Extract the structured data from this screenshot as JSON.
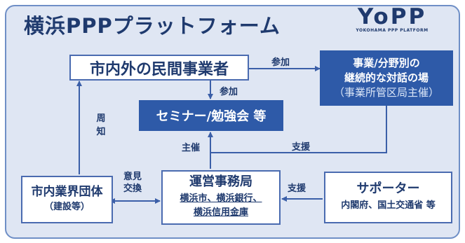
{
  "title": "横浜PPPプラットフォーム",
  "logo": {
    "word": "YoPP",
    "sub": "YOKOHAMA PPP PLATFORM"
  },
  "boxes": {
    "private_businesses": "市内外の民間事業者",
    "dialogue": {
      "line1": "事業/分野別の",
      "line2": "継続的な対話の場",
      "line3": "（事業所管区局主催）"
    },
    "seminar": "セミナー/勉強会 等",
    "industry_groups": {
      "line1": "市内業界団体",
      "line2": "（建設等）"
    },
    "secretariat": {
      "title": "運営事務局",
      "line1": "横浜市、横浜銀行、",
      "line2": "横浜信用金庫"
    },
    "supporter": {
      "title": "サポーター",
      "line1": "内閣府、国土交通省 等"
    }
  },
  "labels": {
    "participate_right": "参加",
    "participate_down": "参加",
    "announce": "周知",
    "host": "主催",
    "support_top": "支援",
    "exchange": {
      "line1": "意見",
      "line2": "交換"
    },
    "support_bottom": "支援"
  },
  "colors": {
    "panel": "#dfe6f3",
    "panel_border": "#6f8fc6",
    "dark_box": "#2e5aa8",
    "navy": "#1f3a6e"
  }
}
